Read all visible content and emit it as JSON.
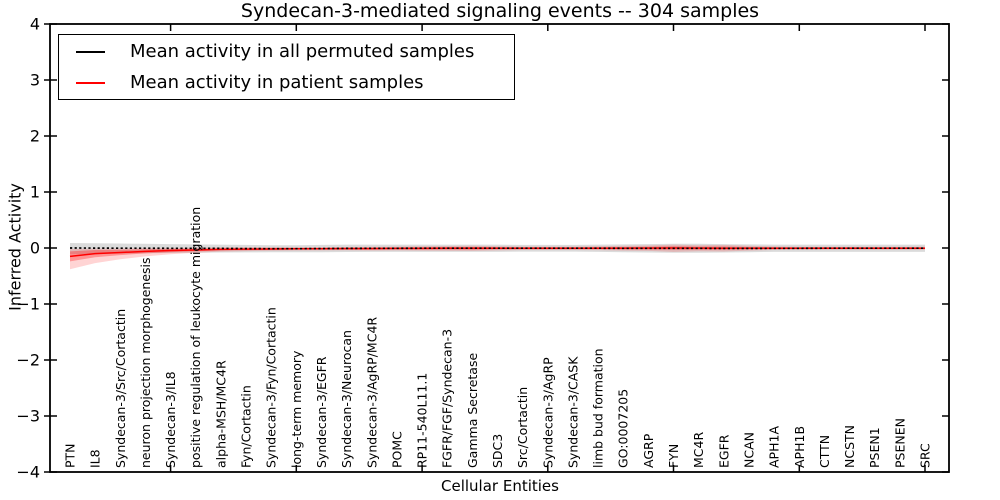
{
  "colors": {
    "patient_line": "#ff0000",
    "permuted_line": "#000000",
    "patient_band_outer": "rgba(255,0,0,0.17)",
    "patient_band_inner": "rgba(255,0,0,0.30)",
    "permuted_band": "rgba(0,0,0,0.14)",
    "frame": "#000000"
  },
  "chart_data": {
    "type": "line",
    "title": "Syndecan-3-mediated signaling events -- 304 samples",
    "xlabel": "Cellular Entities",
    "ylabel": "Inferred Activity",
    "ylim": [
      -4,
      4
    ],
    "yticks": [
      4,
      3,
      2,
      1,
      0,
      -1,
      -2,
      -3,
      -4
    ],
    "xtick_indices": [
      4,
      9,
      14,
      19,
      24,
      29,
      34
    ],
    "grid": false,
    "legend_position": "upper left",
    "categories": [
      "PTN",
      "IL8",
      "Syndecan-3/Src/Cortactin",
      "neuron projection morphogenesis",
      "Syndecan-3/IL8",
      "positive regulation of leukocyte migration",
      "alpha-MSH/MC4R",
      "Fyn/Cortactin",
      "Syndecan-3/Fyn/Cortactin",
      "long-term memory",
      "Syndecan-3/EGFR",
      "Syndecan-3/Neurocan",
      "Syndecan-3/AgRP/MC4R",
      "POMC",
      "RP11-540L11.1",
      "FGFR/FGF/Syndecan-3",
      "Gamma Secretase",
      "SDC3",
      "Src/Cortactin",
      "Syndecan-3/AgRP",
      "Syndecan-3/CASK",
      "limb bud formation",
      "GO:0007205",
      "AGRP",
      "FYN",
      "MC4R",
      "EGFR",
      "NCAN",
      "APH1A",
      "APH1B",
      "CTTN",
      "NCSTN",
      "PSEN1",
      "PSENEN",
      "SRC"
    ],
    "series": [
      {
        "name": "Mean activity in all permuted samples",
        "color": "#000000",
        "style": "dotted-markers",
        "values": [
          0,
          -0.002,
          -0.003,
          -0.004,
          -0.005,
          -0.006,
          -0.008,
          -0.01,
          -0.012,
          -0.012,
          -0.01,
          -0.008,
          -0.006,
          -0.005,
          -0.004,
          -0.004,
          -0.004,
          -0.004,
          -0.004,
          -0.004,
          -0.004,
          -0.004,
          -0.005,
          -0.005,
          -0.005,
          -0.006,
          -0.008,
          -0.008,
          -0.006,
          -0.005,
          -0.004,
          -0.004,
          -0.004,
          -0.004,
          -0.004
        ],
        "band_upper": [
          0.09,
          0.085,
          0.08,
          0.075,
          0.07,
          0.065,
          0.06,
          0.055,
          0.05,
          0.05,
          0.055,
          0.06,
          0.06,
          0.06,
          0.06,
          0.06,
          0.06,
          0.06,
          0.055,
          0.055,
          0.055,
          0.06,
          0.065,
          0.07,
          0.075,
          0.075,
          0.07,
          0.065,
          0.06,
          0.06,
          0.06,
          0.06,
          0.06,
          0.06,
          0.06
        ],
        "band_lower": [
          -0.11,
          -0.105,
          -0.1,
          -0.095,
          -0.09,
          -0.085,
          -0.08,
          -0.078,
          -0.075,
          -0.075,
          -0.075,
          -0.072,
          -0.07,
          -0.07,
          -0.07,
          -0.07,
          -0.07,
          -0.07,
          -0.065,
          -0.065,
          -0.065,
          -0.07,
          -0.075,
          -0.08,
          -0.085,
          -0.085,
          -0.08,
          -0.075,
          -0.07,
          -0.07,
          -0.07,
          -0.07,
          -0.07,
          -0.07,
          -0.07
        ]
      },
      {
        "name": "Mean activity in patient samples",
        "color": "#ff0000",
        "style": "solid",
        "values": [
          -0.15,
          -0.1,
          -0.08,
          -0.06,
          -0.045,
          -0.035,
          -0.025,
          -0.02,
          -0.018,
          -0.015,
          -0.012,
          -0.01,
          -0.01,
          -0.008,
          -0.008,
          -0.006,
          -0.005,
          -0.005,
          -0.004,
          -0.004,
          -0.004,
          -0.003,
          -0.003,
          -0.002,
          0,
          -0.002,
          -0.003,
          -0.003,
          -0.003,
          -0.003,
          -0.003,
          -0.003,
          -0.003,
          -0.003,
          -0.003
        ],
        "band_upper": [
          -0.02,
          -0.01,
          -0.01,
          -0.005,
          0,
          0.005,
          0.01,
          0.012,
          0.012,
          0.012,
          0.015,
          0.018,
          0.022,
          0.025,
          0.03,
          0.035,
          0.04,
          0.03,
          0.025,
          0.025,
          0.025,
          0.03,
          0.04,
          0.045,
          0.06,
          0.05,
          0.055,
          0.04,
          0.028,
          0.022,
          0.022,
          0.022,
          0.022,
          0.022,
          0.022
        ],
        "band_lower": [
          -0.38,
          -0.27,
          -0.2,
          -0.15,
          -0.11,
          -0.085,
          -0.065,
          -0.055,
          -0.05,
          -0.045,
          -0.042,
          -0.04,
          -0.045,
          -0.042,
          -0.046,
          -0.05,
          -0.052,
          -0.042,
          -0.035,
          -0.035,
          -0.035,
          -0.038,
          -0.046,
          -0.052,
          -0.07,
          -0.058,
          -0.062,
          -0.046,
          -0.036,
          -0.03,
          -0.03,
          -0.03,
          -0.03,
          -0.03,
          -0.03
        ]
      }
    ]
  }
}
